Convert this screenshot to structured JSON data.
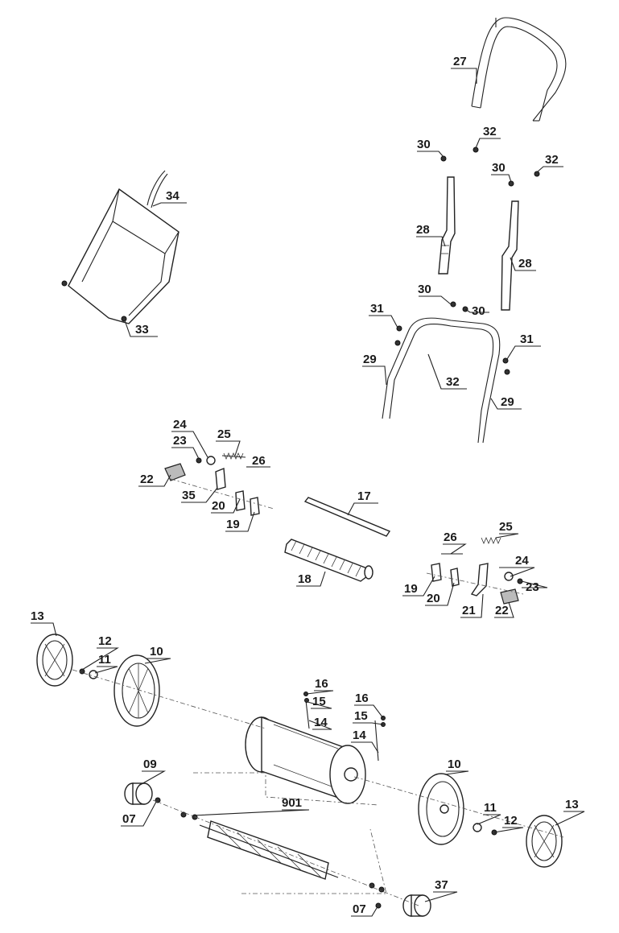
{
  "labels": {
    "p27": "27",
    "p32a": "32",
    "p30a": "30",
    "p30b": "30",
    "p32b": "32",
    "p34": "34",
    "p28a": "28",
    "p28b": "28",
    "p30c": "30",
    "p30d": "30",
    "p31a": "31",
    "p31b": "31",
    "p33": "33",
    "p29a": "29",
    "p32c": "32",
    "p29b": "29",
    "p24a": "24",
    "p23a": "23",
    "p25a": "25",
    "p26a": "26",
    "p22a": "22",
    "p35": "35",
    "p20a": "20",
    "p19a": "19",
    "p17": "17",
    "p25b": "25",
    "p26b": "26",
    "p24b": "24",
    "p18": "18",
    "p19b": "19",
    "p20b": "20",
    "p23b": "23",
    "p21": "21",
    "p22b": "22",
    "p13a": "13",
    "p12a": "12",
    "p11a": "11",
    "p10a": "10",
    "p16a": "16",
    "p15a": "15",
    "p16b": "16",
    "p14a": "14",
    "p15b": "15",
    "p14b": "14",
    "p09": "09",
    "p10b": "10",
    "p901": "901",
    "p13b": "13",
    "p11b": "11",
    "p07a": "07",
    "p12b": "12",
    "p37": "37",
    "p07b": "07"
  }
}
